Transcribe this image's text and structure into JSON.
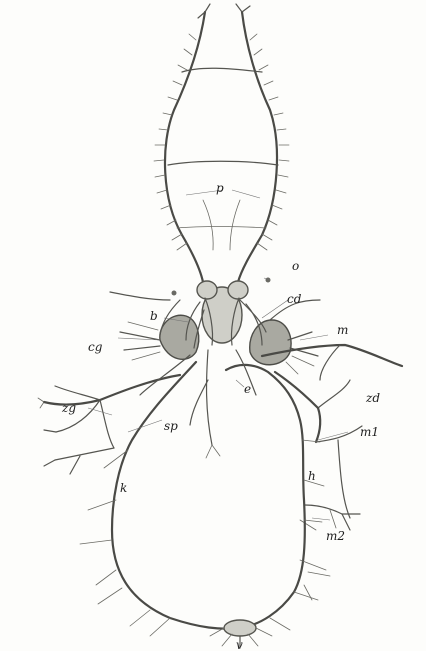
{
  "figure": {
    "background": "#ffffff",
    "ink": "#4a4a46",
    "shading": "#cfcfc8",
    "labels": {
      "p": "p",
      "o": "o",
      "cd": "cd",
      "b": "b",
      "cg": "cg",
      "m": "m",
      "e": "e",
      "zd": "zd",
      "zg": "zg",
      "m1": "m1",
      "sp": "sp",
      "h": "h",
      "k": "k",
      "m2": "m2",
      "v": "v"
    }
  }
}
